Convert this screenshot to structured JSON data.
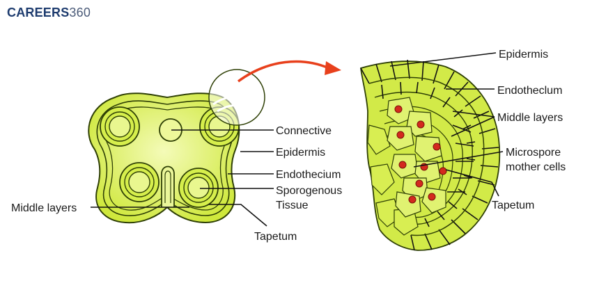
{
  "brand": {
    "name_bold": "CAREERS",
    "name_num": "360"
  },
  "colors": {
    "tissue": "#d4ec45",
    "tissue_light": "#eaf79a",
    "outline": "#2e3f05",
    "nucleus": "#d32a1e",
    "arrow": "#e8401c"
  },
  "left_labels": {
    "connective": "Connective",
    "epidermis": "Epidermis",
    "endothecium": "Endothecium",
    "sporogenous_1": "Sporogenous",
    "sporogenous_2": "Tissue",
    "middle_layers": "Middle layers",
    "tapetum": "Tapetum"
  },
  "right_labels": {
    "epidermis": "Epidermis",
    "endothecium": "Endotheclum",
    "middle_layers": "Middle layers",
    "microspore_1": "Microspore",
    "microspore_2": "mother cells",
    "tapetum": "Tapetum"
  }
}
